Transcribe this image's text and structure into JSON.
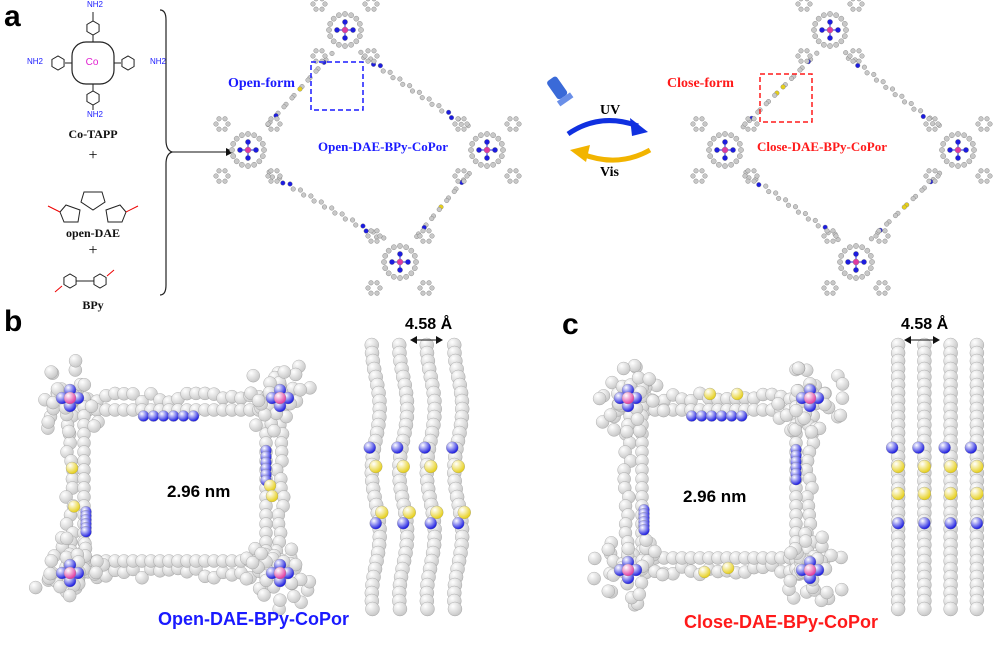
{
  "panel_labels": {
    "a": "a",
    "b": "b",
    "c": "c"
  },
  "reactants": [
    {
      "name": "Co-TAPP",
      "substituent": "NH2",
      "metal": "Co"
    },
    {
      "name": "open-DAE"
    },
    {
      "name": "BPy"
    }
  ],
  "plus_sign": "+",
  "open_form": {
    "tag": "Open-form",
    "framework": "Open-DAE-BPy-CoPor"
  },
  "close_form": {
    "tag": "Close-form",
    "framework": "Close-DAE-BPy-CoPor"
  },
  "switch": {
    "forward": "UV",
    "reverse": "Vis"
  },
  "panel_b": {
    "pore_size": "2.96 nm",
    "layer_spacing": "4.58 Å",
    "title": "Open-DAE-BPy-CoPor"
  },
  "panel_c": {
    "pore_size": "2.96 nm",
    "layer_spacing": "4.58 Å",
    "title": "Close-DAE-BPy-CoPor"
  },
  "colors": {
    "blue": "#1a1aff",
    "red": "#ff1a1a",
    "carbon": "#c8c8c8",
    "nitrogen": "#1c1ce0",
    "sulfur": "#e6cf1a",
    "cobalt": "#e03aa0",
    "uv_arrow": "#1030e0",
    "vis_arrow": "#f2b400"
  }
}
